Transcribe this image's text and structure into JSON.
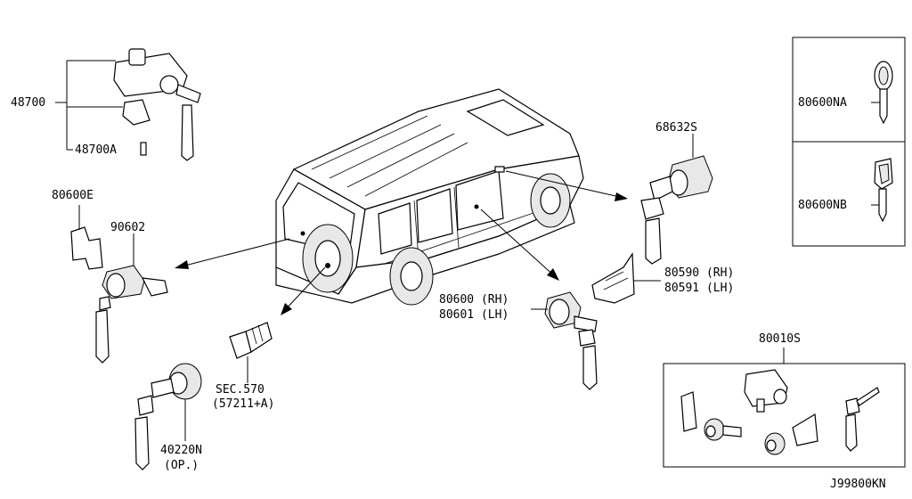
{
  "labels": {
    "p48700": "48700",
    "p48700A": "48700A",
    "p80600E": "80600E",
    "p90602": "90602",
    "sec570": "SEC.570",
    "sec570sub": "(57211+A)",
    "p40220N": "40220N",
    "p40220Nsub": "(OP.)",
    "p68632S": "68632S",
    "p80590": "80590 (RH)",
    "p80591": "80591 (LH)",
    "p80600": "80600 (RH)",
    "p80601": "80601 (LH)",
    "p80600NA": "80600NA",
    "p80600NB": "80600NB",
    "p80010S": "80010S",
    "diagramId": "J99800KN"
  }
}
